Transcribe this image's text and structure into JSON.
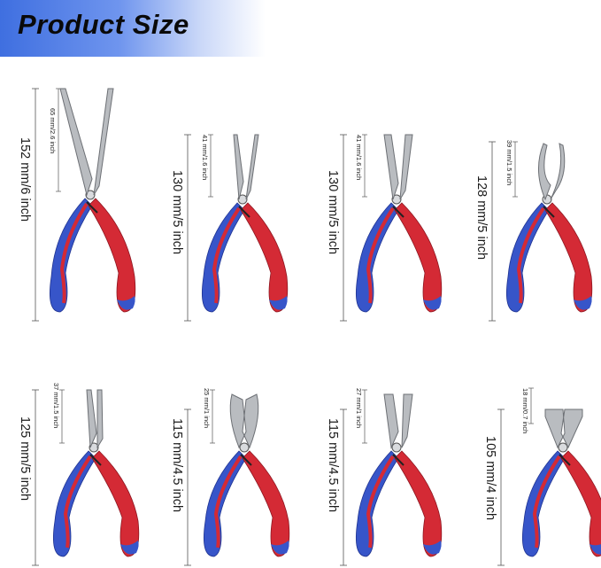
{
  "header": {
    "title": "Product Size"
  },
  "colors": {
    "handle_red": "#d42a35",
    "handle_blue": "#3755c9",
    "steel": "#b9bcc0",
    "banner_blue": "#3f6fe0"
  },
  "pliers": [
    {
      "icon": "long-nose-pliers-icon",
      "total_length": "152 mm/6 inch",
      "tip_length": "65 mm/2.6 inch"
    },
    {
      "icon": "round-nose-pliers-icon",
      "total_length": "130 mm/5 inch",
      "tip_length": "41 mm/1.6 inch"
    },
    {
      "icon": "flat-nose-pliers-icon",
      "total_length": "130 mm/5 inch",
      "tip_length": "41 mm/1.6 inch"
    },
    {
      "icon": "bent-nose-pliers-icon",
      "total_length": "128 mm/5 inch",
      "tip_length": "39 mm/1.5 inch"
    },
    {
      "icon": "chain-nose-pliers-icon",
      "total_length": "125 mm/5 inch",
      "tip_length": "37 mm/1.5 inch"
    },
    {
      "icon": "side-cutter-pliers-icon",
      "total_length": "115 mm/4.5 inch",
      "tip_length": "25 mm/1 inch"
    },
    {
      "icon": "linesman-pliers-icon",
      "total_length": "115 mm/4.5 inch",
      "tip_length": "27 mm/1 inch"
    },
    {
      "icon": "end-cutter-pliers-icon",
      "total_length": "105 mm/4 inch",
      "tip_length": "18 mm/0.7 inch"
    }
  ]
}
